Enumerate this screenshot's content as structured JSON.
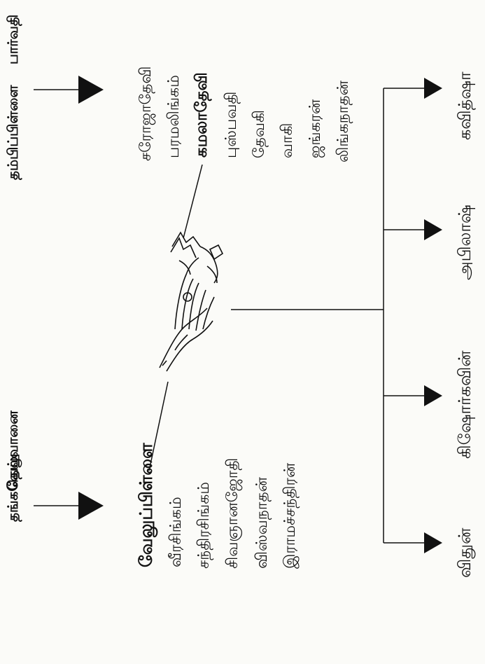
{
  "left_parents": {
    "father": "தங்கவேலு",
    "mother": "தெய்வானை"
  },
  "right_parents": {
    "father": "தம்பிப்பிள்ளை",
    "mother": "பார்வதி"
  },
  "groom": "வேலுப்பிள்ளை",
  "groom_siblings": [
    "வீரசிங்கம்",
    "சந்திரசிங்கம்",
    "சிவஞானஜோதி",
    "விஸ்வநாதன்",
    "இராமச்சந்திரன்"
  ],
  "bride": "கமலாதேவி",
  "bride_siblings_before": [
    "சரோஜாதேவி",
    "பரமலிங்கம்"
  ],
  "bride_siblings_after": [
    "புஸ்பவதி",
    "தேவகி",
    "வாகி",
    "ஜங்கரன்",
    "லிங்கநாதன்"
  ],
  "children": [
    "விதுன்",
    "கிஷோர்கவின்",
    "அபிலாஷ்",
    "கவித்ஷா"
  ]
}
